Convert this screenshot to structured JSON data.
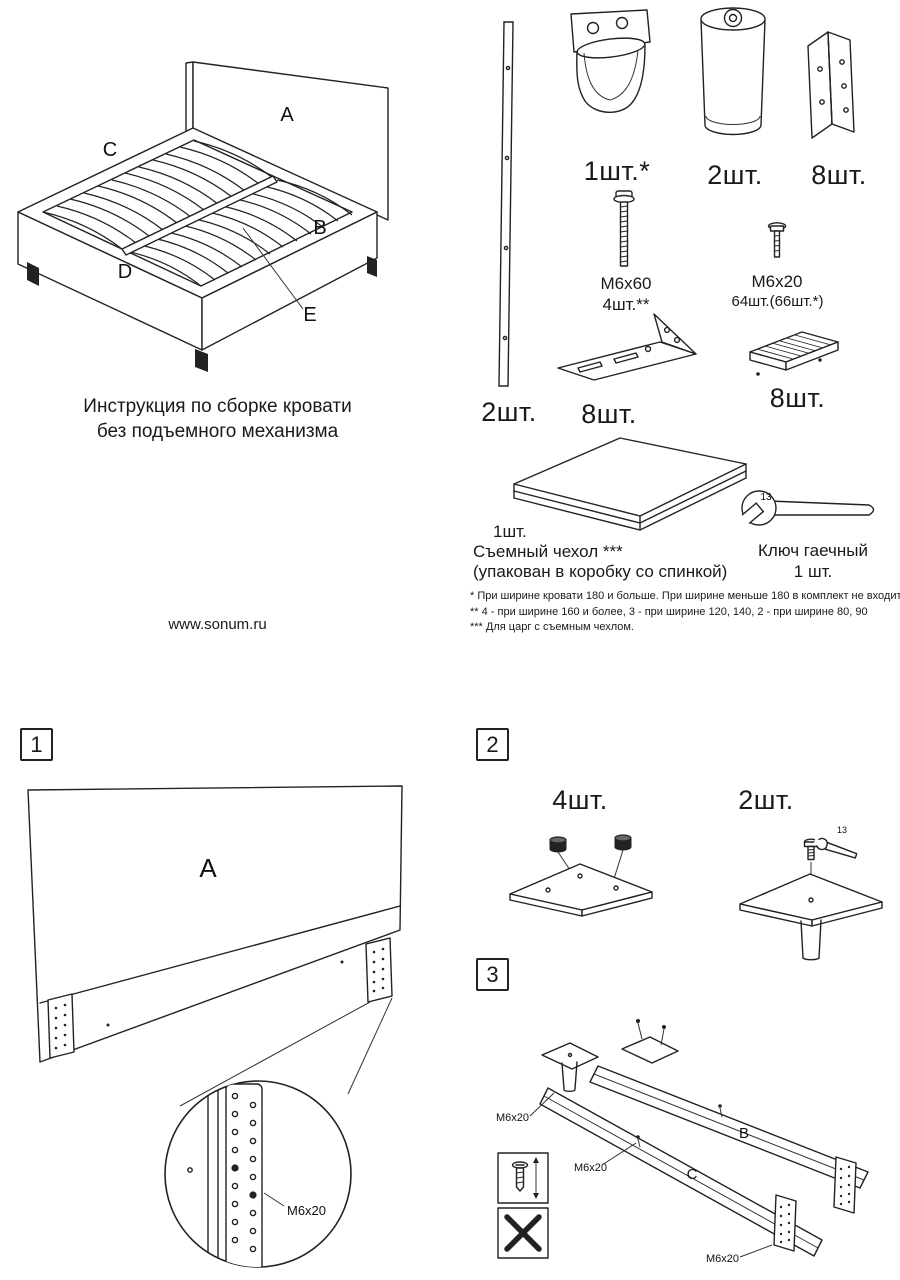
{
  "doc": {
    "title_line1": "Инструкция по сборке кровати",
    "title_line2": "без подъемного механизма",
    "website": "www.sonum.ru"
  },
  "bed_overview": {
    "label_a": "A",
    "label_b": "B",
    "label_c": "C",
    "label_d": "D",
    "label_e": "E"
  },
  "parts": {
    "side_strip": {
      "qty": "2шт."
    },
    "center_support": {
      "qty": "1шт.*"
    },
    "leg": {
      "qty": "2шт."
    },
    "corner_angle": {
      "qty": "8шт."
    },
    "bolt_long": {
      "name": "М6х60",
      "qty": "4шт.**"
    },
    "bolt_short": {
      "name": "М6х20",
      "qty": "64шт.(66шт.*)"
    },
    "flat_bracket": {
      "qty": "8шт."
    },
    "slat_holder": {
      "qty": "8шт."
    },
    "cover": {
      "qty": "1шт.",
      "name": "Съемный чехол ***",
      "note": "(упакован в коробку со спинкой)"
    },
    "wrench": {
      "name": "Ключ гаечный",
      "qty": "1 шт.",
      "size": "13"
    }
  },
  "footnotes": {
    "line1": "* При ширине кровати 180 и больше. При ширине меньше 180 в комплект не входит.",
    "line2": "**  4 - при ширине 160 и более, 3 - при ширине 120, 140, 2 - при ширине 80, 90",
    "line3": "***  Для царг с съемным чехлом."
  },
  "steps": {
    "one": {
      "num": "1",
      "panel_label": "A",
      "callout": "М6х20"
    },
    "two": {
      "num": "2",
      "qty_left": "4шт.",
      "qty_right": "2шт.",
      "wrench_size": "13"
    },
    "three": {
      "num": "3",
      "rail_b": "B",
      "rail_c": "C",
      "callout_1": "М6х20",
      "callout_2": "М6х20",
      "callout_3": "М6х20"
    }
  }
}
